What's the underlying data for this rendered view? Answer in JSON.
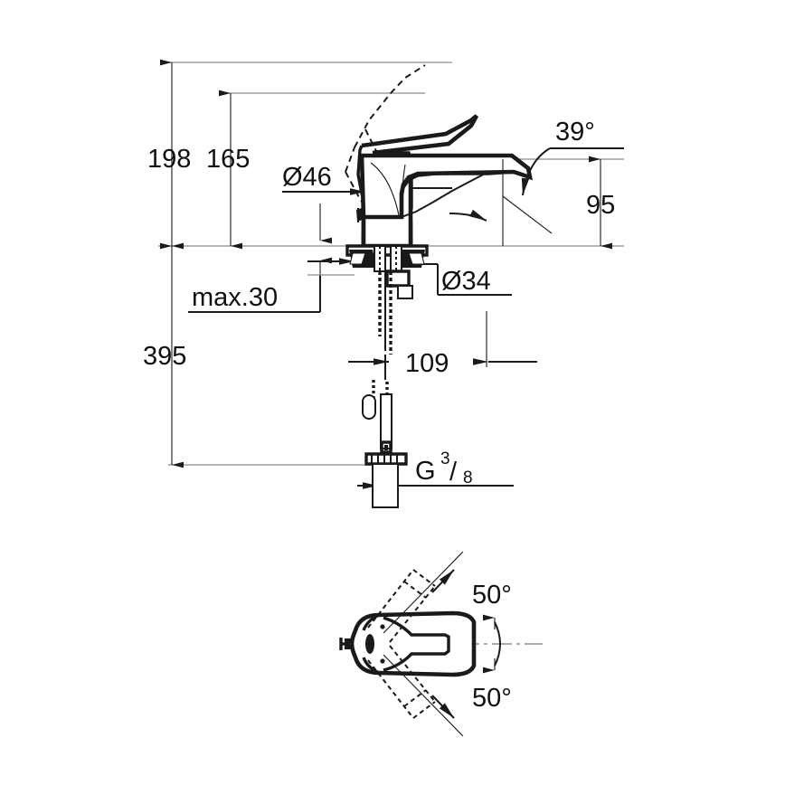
{
  "drawing": {
    "title": "Single-lever basin mixer technical dimension drawing",
    "units": "mm",
    "views": [
      {
        "name": "front-elevation",
        "label": ""
      },
      {
        "name": "top-plan",
        "label": ""
      }
    ]
  },
  "dimensions": {
    "height_overall": "198",
    "height_spout": "165",
    "height_spout_reach": "95",
    "total_length": "395",
    "max_thickness": "max.30",
    "diameter_body": "Ø46",
    "diameter_base": "Ø34",
    "projection": "109",
    "thread": {
      "letter": "G",
      "numerator": "3",
      "slash": "/",
      "denominator": "8"
    },
    "angle_spout": "39°",
    "angle_swivel_upper": "50°",
    "angle_swivel_lower": "50°"
  },
  "labels": [
    {
      "id": "d198",
      "text": "198"
    },
    {
      "id": "d165",
      "text": "165"
    },
    {
      "id": "d46",
      "text": "Ø46"
    },
    {
      "id": "d39",
      "text": "39°"
    },
    {
      "id": "d95",
      "text": "95"
    },
    {
      "id": "d34",
      "text": "Ø34"
    },
    {
      "id": "dmax30",
      "text": "max.30"
    },
    {
      "id": "d395",
      "text": "395"
    },
    {
      "id": "d109",
      "text": "109"
    },
    {
      "id": "dg38",
      "text": "G"
    },
    {
      "id": "dnum",
      "text": "3"
    },
    {
      "id": "dden",
      "text": "8"
    },
    {
      "id": "d50a",
      "text": "50°"
    },
    {
      "id": "d50b",
      "text": "50°"
    }
  ],
  "colors": {
    "line": "#1a1a1a",
    "gray_line": "#8c8c8c",
    "background": "#ffffff"
  }
}
